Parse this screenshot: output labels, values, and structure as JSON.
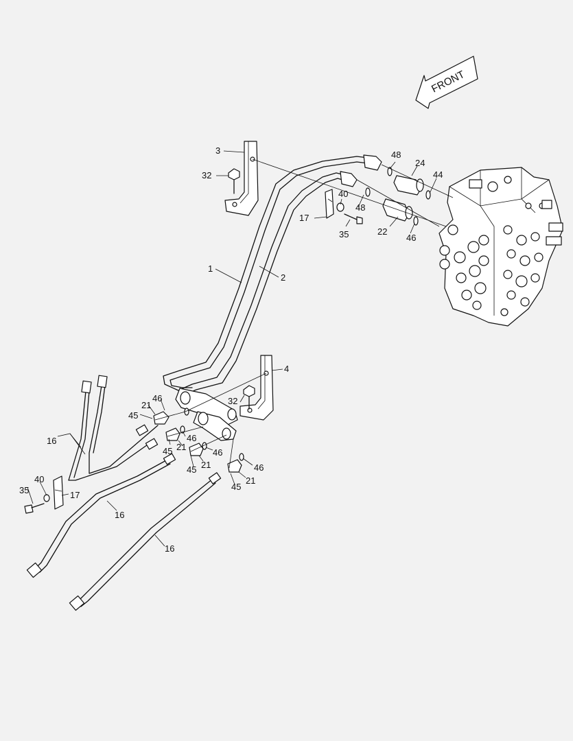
{
  "front_label": "FRONT",
  "callouts": {
    "c1": "1",
    "c2": "2",
    "c3": "3",
    "c4": "4",
    "c16a": "16",
    "c16b": "16",
    "c16c": "16",
    "c17a": "17",
    "c17b": "17",
    "c21a": "21",
    "c21b": "21",
    "c21c": "21",
    "c21d": "21",
    "c22": "22",
    "c24": "24",
    "c32a": "32",
    "c32b": "32",
    "c35a": "35",
    "c35b": "35",
    "c40a": "40",
    "c40b": "40",
    "c44": "44",
    "c45a": "45",
    "c45b": "45",
    "c45c": "45",
    "c45d": "45",
    "c46a": "46",
    "c46b": "46",
    "c46c": "46",
    "c46d": "46",
    "c46e": "46",
    "c48a": "48",
    "c48b": "48"
  }
}
